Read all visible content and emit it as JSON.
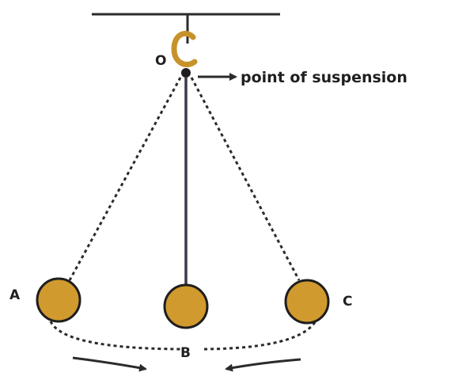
{
  "labels": {
    "origin": "O",
    "suspension": "point of suspension",
    "left_position": "A",
    "mean_position": "B",
    "right_position": "C"
  },
  "colors": {
    "line": "#2b2b2b",
    "string": "#3a3a4a",
    "bob_fill": "#d19a2e",
    "bob_stroke": "#1e1e1e",
    "hook": "#c8922a",
    "label_text": "#1f1f1f"
  },
  "icons": {
    "hook": "hook-icon",
    "suspension_arrow": "arrow-right-icon",
    "motion_left": "curved-arrow-right-icon",
    "motion_right": "curved-arrow-left-icon"
  }
}
